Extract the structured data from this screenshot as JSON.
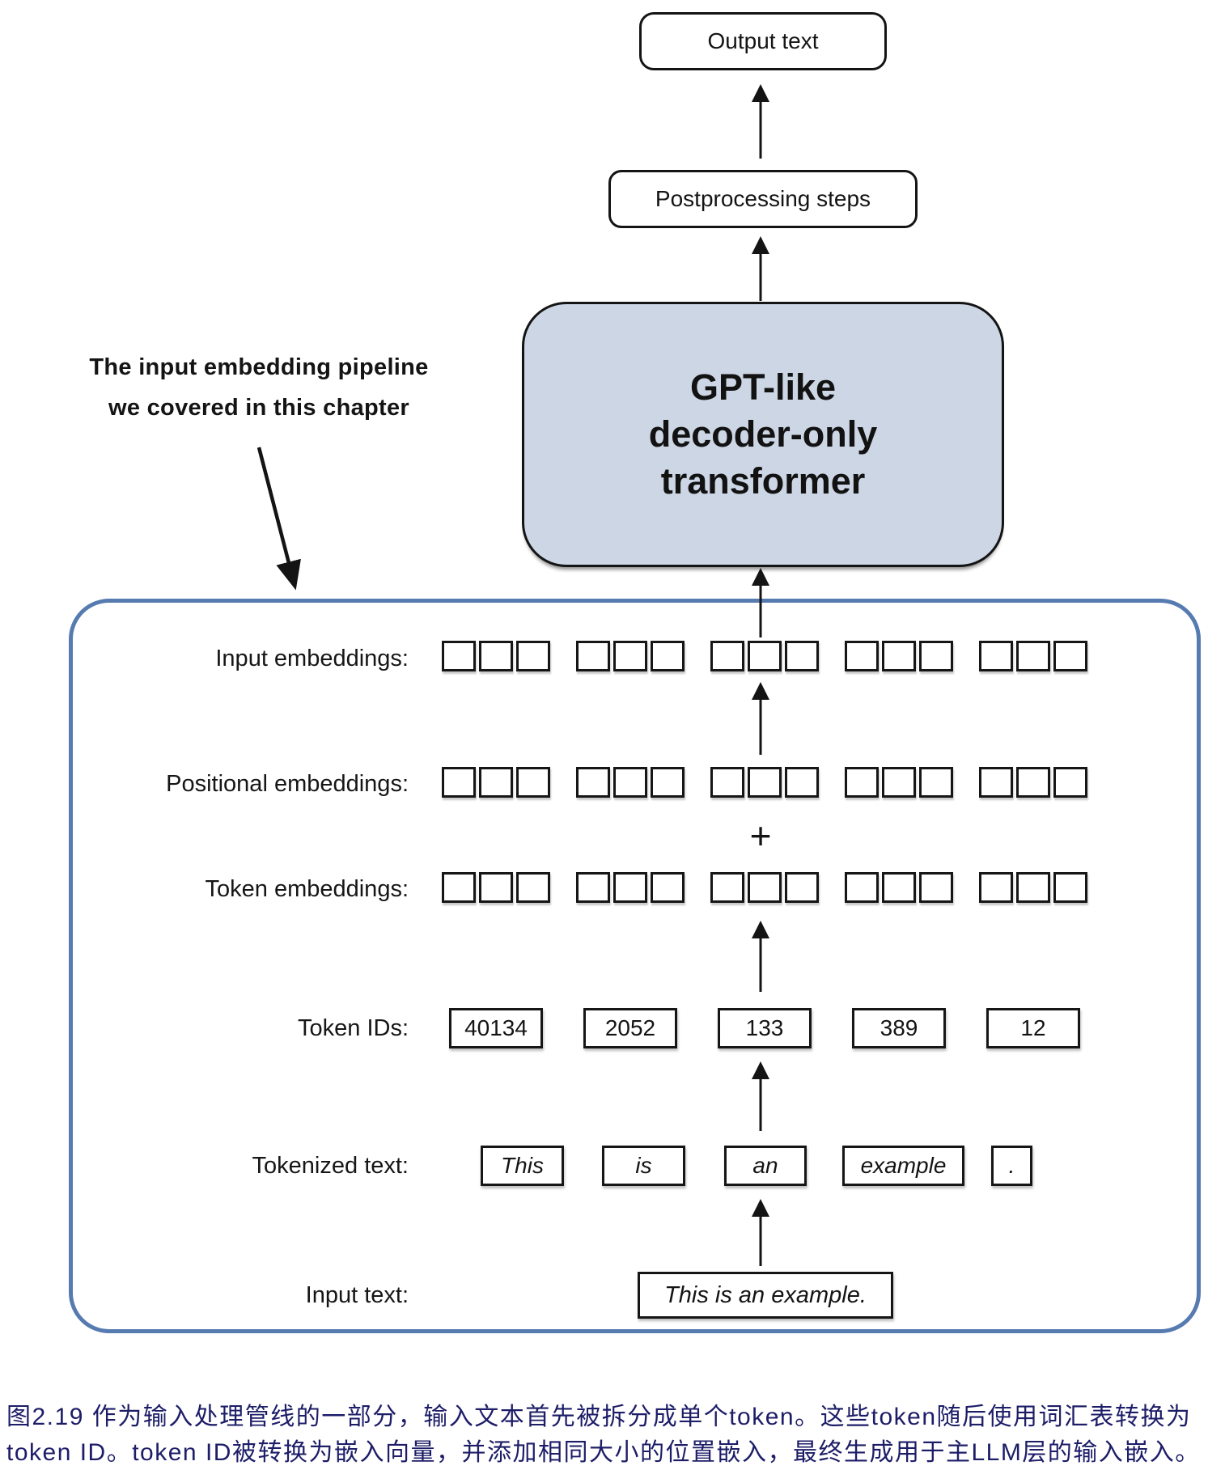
{
  "figure": {
    "output_box_label": "Output text",
    "postprocessing_box_label": "Postprocessing steps",
    "gpt_box": {
      "line1": "GPT-like",
      "line2": "decoder-only",
      "line3": "transformer"
    },
    "annotation": {
      "line1": "The input embedding pipeline",
      "line2": "we covered in this chapter"
    },
    "rows": {
      "input_embeddings_label": "Input embeddings:",
      "positional_embeddings_label": "Positional embeddings:",
      "plus_sign": "+",
      "token_embeddings_label": "Token embeddings:",
      "token_ids_label": "Token IDs:",
      "token_ids": [
        "40134",
        "2052",
        "133",
        "389",
        "12"
      ],
      "tokenized_text_label": "Tokenized text:",
      "tokens": [
        "This",
        "is",
        "an",
        "example",
        "."
      ],
      "input_text_label": "Input text:",
      "input_text_value": "This is an example."
    },
    "embedding_rows": {
      "groups": 5,
      "cells_per_group": 3
    }
  },
  "caption": {
    "line1": "图2.19 作为输入处理管线的一部分，输入文本首先被拆分成单个token。这些token随后使用词汇表转换为",
    "line2": "token ID。token ID被转换为嵌入向量，并添加相同大小的位置嵌入，最终生成用于主LLM层的输入嵌入。"
  },
  "colors": {
    "gpt_box_fill": "#ccd6e4",
    "pipeline_container_border": "#567bb0",
    "caption_text": "#1d1d68",
    "diagram_ink": "#141414"
  }
}
